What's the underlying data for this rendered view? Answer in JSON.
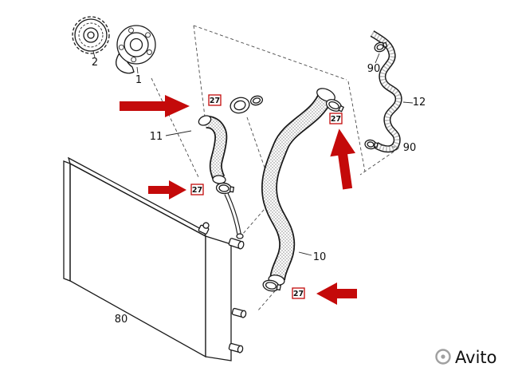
{
  "diagram": {
    "labels": {
      "pulley": "2",
      "pump": "1",
      "hose_upper": "11",
      "hose_main": "10",
      "hose_right": "12",
      "radiator": "80",
      "clamp_right_top": "90",
      "clamp_right_mid": "90",
      "clamp_marker": "27"
    },
    "colors": {
      "arrow_red": "#c40a0a",
      "marker_red": "#c40a0a",
      "watermark_gray": "#a0a0a0"
    },
    "watermark": {
      "brand": "Avito"
    }
  }
}
